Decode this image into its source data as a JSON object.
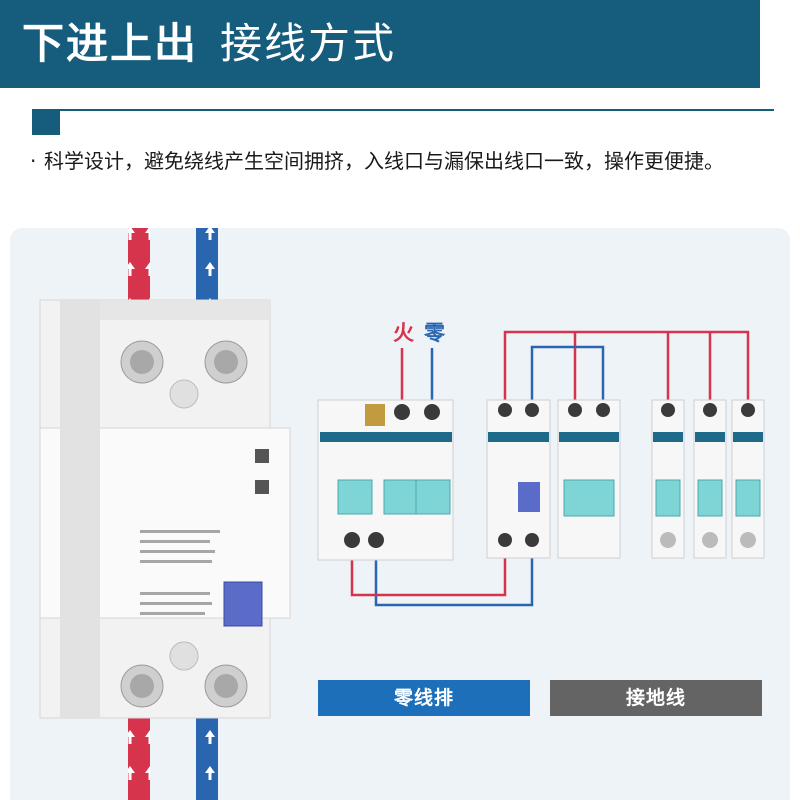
{
  "header": {
    "title_part1": "下进上出",
    "title_part2": "接线方式"
  },
  "description": {
    "bullet": "·",
    "text": "科学设计，避免绕线产生空间拥挤，入线口与漏保出线口一致，操作更便捷。"
  },
  "diagram": {
    "wire_labels": {
      "fire": "火",
      "zero": "零"
    },
    "bottom_labels": {
      "neutral_bus": "零线排",
      "ground": "接地线"
    }
  },
  "colors": {
    "header_bg": "#165c7d",
    "live_wire": "#d6334c",
    "neutral_wire": "#2a66b0",
    "neutral_pill": "#1e6fba",
    "ground_pill": "#646464",
    "diagram_bg": "#eef3f7"
  }
}
